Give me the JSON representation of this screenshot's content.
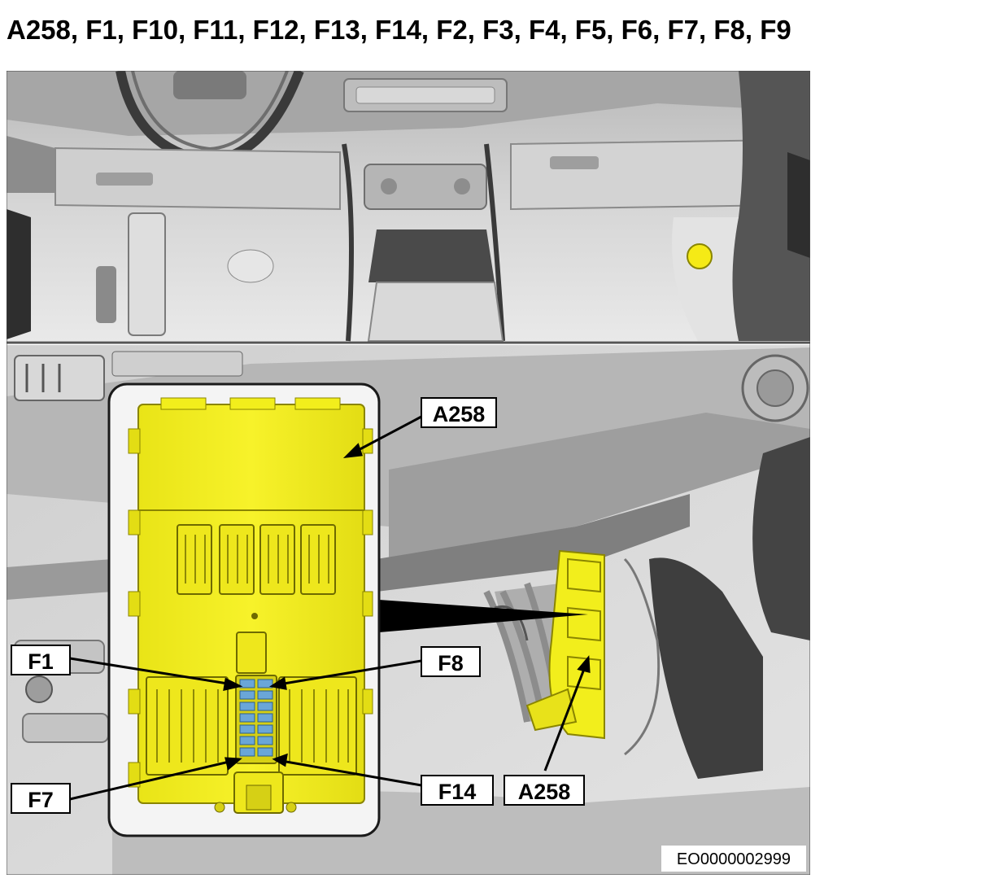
{
  "title": "A258, F1, F10, F11, F12, F13, F14, F2, F3, F4, F5, F6, F7, F8, F9",
  "figure_id": "EO0000002999",
  "callouts": {
    "module_top": "A258",
    "module_side": "A258",
    "fuse_first_left": "F1",
    "fuse_last_left": "F7",
    "fuse_first_right": "F8",
    "fuse_last_right": "F14"
  },
  "colors": {
    "module_highlight": "#f2ee1c",
    "fuse_blue": "#6aa6d8",
    "location_marker": "#f5ea16",
    "background_gray": "#c9c9c9"
  }
}
